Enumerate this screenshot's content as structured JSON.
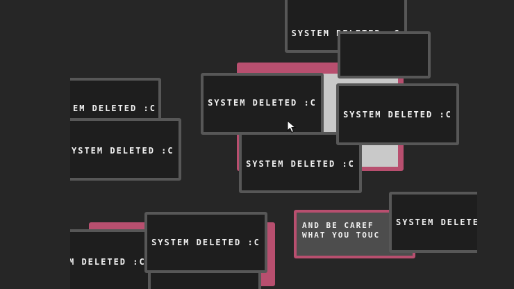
{
  "message": "SYSTEM DELETED :C",
  "partial": {
    "a": "EM DELETED :C",
    "b": "YSTEM DELETED :C",
    "c": "SYSTEM DELETE",
    "d": "M DELETED :C"
  },
  "warning": {
    "line1": "AND BE CAREF",
    "line2": "WHAT YOU TOUC"
  },
  "colors": {
    "background": "#262626",
    "window_fill": "#1e1e1e",
    "window_border": "#575757",
    "accent_pink": "#b84f6f",
    "panel_grey": "#c9c9c9"
  },
  "icons": {
    "cursor": "arrow-cursor-icon"
  }
}
